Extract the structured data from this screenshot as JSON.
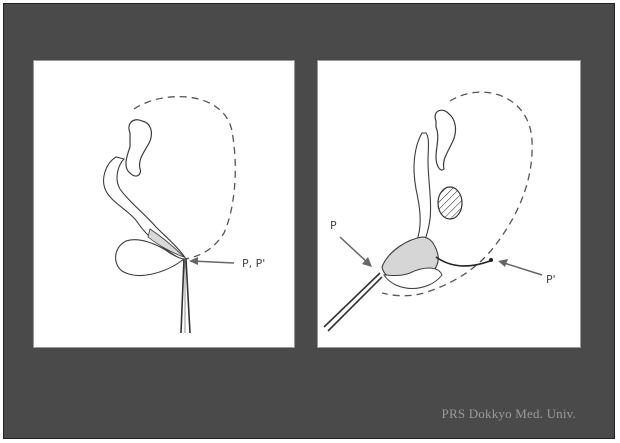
{
  "left_panel": {
    "label_pp": "P, P'"
  },
  "right_panel": {
    "label_p": "P",
    "label_p_prime": "P'"
  },
  "credit": "PRS Dokkyo Med. Univ.",
  "colors": {
    "background": "#4a4a4a",
    "panel": "#ffffff",
    "ink": "#3c3c3c",
    "credit_text": "#9a9a9a"
  }
}
